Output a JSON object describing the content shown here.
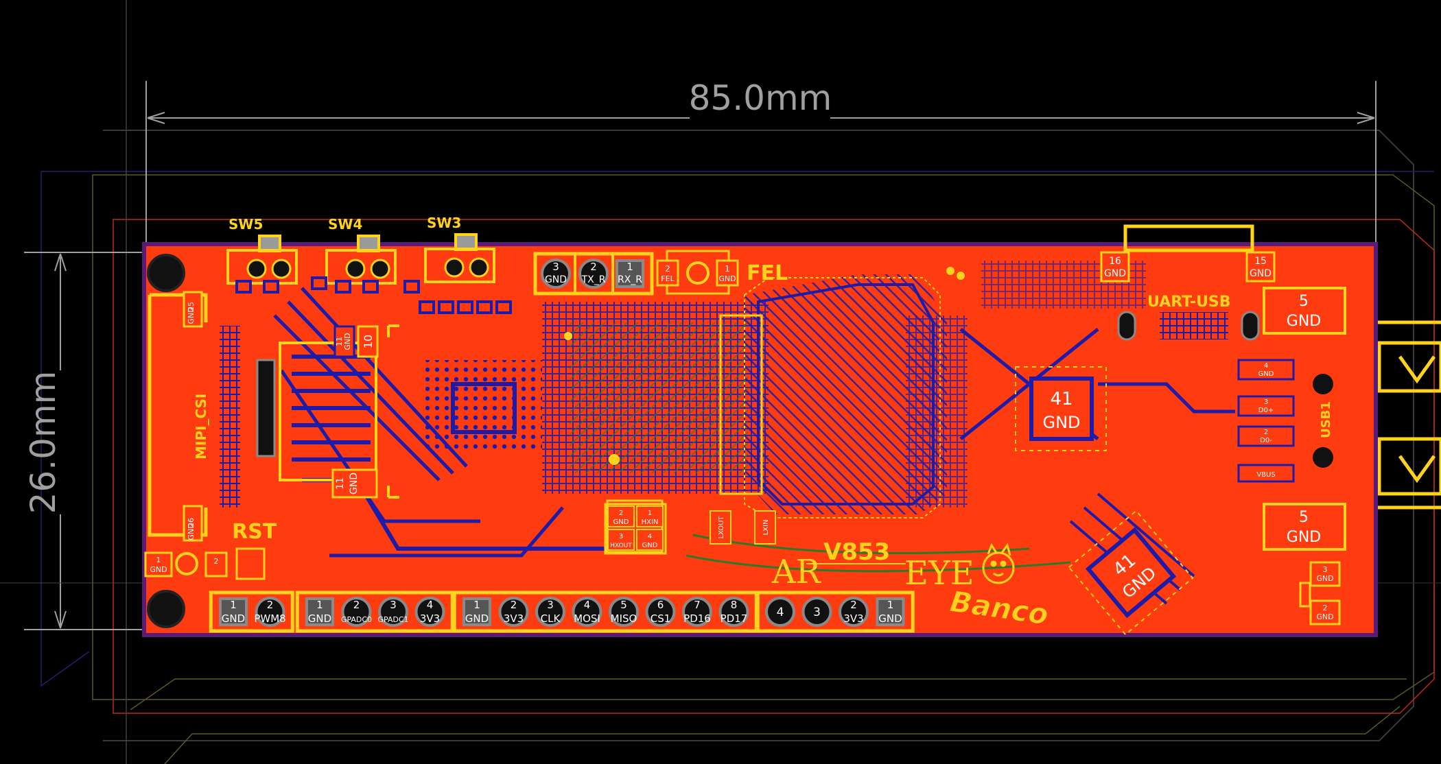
{
  "dimensions": {
    "width_label": "85.0mm",
    "height_label": "26.0mm"
  },
  "colors": {
    "background": "#000000",
    "copper_top": "#ff3b10",
    "copper_bottom": "#1c1ca8",
    "silkscreen": "#ffd21c",
    "board_outline": "#5a1a7a",
    "dimension_line": "#a0a0a0",
    "trace_green": "#2a7a2a",
    "pad_gray": "#8a8a8a"
  },
  "silkscreen": {
    "sw5": "SW5",
    "sw4": "SW4",
    "sw3": "SW3",
    "fel": "FEL",
    "rst": "RST",
    "mipi_csi": "MIPI_CSI",
    "uart_usb": "UART-USB",
    "usb1": "USB1",
    "title_left": "AR",
    "title_model": "V853",
    "title_right": "EYE",
    "brand": "Banco"
  },
  "top_header": [
    {
      "num": "3",
      "name": "GND"
    },
    {
      "num": "2",
      "name": "TX_R"
    },
    {
      "num": "1",
      "name": "RX_R"
    }
  ],
  "fel_pads": [
    {
      "num": "2",
      "name": "FEL"
    },
    {
      "num": "1",
      "name": "GND"
    }
  ],
  "bottom_headers": [
    {
      "pins": [
        {
          "num": "1",
          "name": "GND"
        },
        {
          "num": "2",
          "name": "PWM8"
        }
      ]
    },
    {
      "pins": [
        {
          "num": "1",
          "name": "GND"
        },
        {
          "num": "2",
          "name": "GPADC0"
        },
        {
          "num": "3",
          "name": "GPADC1"
        },
        {
          "num": "4",
          "name": "3V3"
        }
      ]
    },
    {
      "pins": [
        {
          "num": "1",
          "name": "GND"
        },
        {
          "num": "2",
          "name": "3V3"
        },
        {
          "num": "3",
          "name": "CLK"
        },
        {
          "num": "4",
          "name": "MOSI"
        },
        {
          "num": "5",
          "name": "MISO"
        },
        {
          "num": "6",
          "name": "CS1"
        },
        {
          "num": "7",
          "name": "PD16"
        },
        {
          "num": "8",
          "name": "PD17"
        }
      ]
    },
    {
      "pins": [
        {
          "num": "4",
          "name": ""
        },
        {
          "num": "3",
          "name": ""
        },
        {
          "num": "2",
          "name": "3V3"
        },
        {
          "num": "1",
          "name": "GND"
        }
      ]
    }
  ],
  "pad_labels": {
    "csi_top": {
      "num": "25",
      "name": "GND"
    },
    "csi_bottom": {
      "num": "26",
      "name": "GND"
    },
    "csi_mid": {
      "num": "11",
      "name": "GND"
    },
    "conn_10": "10",
    "csi_11b": {
      "num": "11",
      "name": "GND"
    },
    "left_gnd": {
      "num": "1",
      "name": "GND"
    },
    "left_2": "2",
    "usb_16": {
      "num": "16",
      "name": "GND"
    },
    "usb_15": {
      "num": "15",
      "name": "GND"
    },
    "usb_5a": {
      "num": "5",
      "name": "GND"
    },
    "usb_5b": {
      "num": "5",
      "name": "GND"
    },
    "usb_4": {
      "num": "4",
      "name": "GND"
    },
    "usb_3": {
      "num": "3",
      "name": "D0+"
    },
    "usb_2": {
      "num": "2",
      "name": "D0-"
    },
    "usb_vbus": "VBUS",
    "chip_41a": {
      "num": "41",
      "name": "GND"
    },
    "chip_41b": {
      "num": "41",
      "name": "GND"
    },
    "br_3": {
      "num": "3",
      "name": "GND"
    },
    "br_2": {
      "num": "2",
      "name": "GND"
    },
    "xtal_1": {
      "num": "2",
      "name": "GND"
    },
    "xtal_2": {
      "num": "1",
      "name": "HXIN"
    },
    "xtal_3": {
      "num": "3",
      "name": "HXOUT"
    },
    "xtal_4": {
      "num": "4",
      "name": "GND"
    },
    "lxout": "LXOUT",
    "lxin": "LXIN"
  }
}
